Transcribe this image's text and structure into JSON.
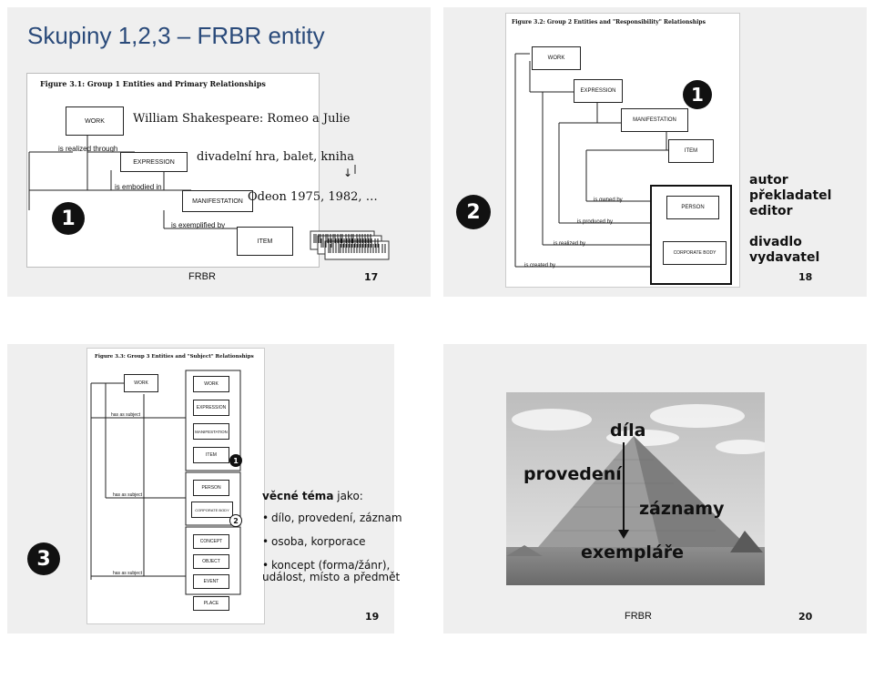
{
  "slide1": {
    "title": "Skupiny 1,2,3 – FRBR entity",
    "figure_title": "Figure 3.1:  Group 1 Entities and Primary Relationships",
    "entities": [
      "WORK",
      "EXPRESSION",
      "MANIFESTATION",
      "ITEM"
    ],
    "relations": [
      "is realized through",
      "is embodied in",
      "is exemplified by"
    ],
    "annotations": [
      "William Shakespeare: Romeo a Julie",
      "divadelní hra, balet, kniha",
      "Odeon 1975, 1982, …"
    ],
    "marker": "❶",
    "footer_left": "FRBR",
    "page_number": "17"
  },
  "slide2": {
    "figure_title": "Figure 3.2:  Group 2 Entities and \"Responsibility\" Relationships",
    "entities": [
      "WORK",
      "EXPRESSION",
      "MANIFESTATION",
      "ITEM",
      "PERSON",
      "CORPORATE BODY"
    ],
    "relations": [
      "is owned by",
      "is produced by",
      "is realized by",
      "is created by"
    ],
    "marker_large": "❶",
    "marker": "❷",
    "annotations": [
      "autor",
      "překladatel",
      "editor",
      "divadlo",
      "vydavatel"
    ],
    "page_number": "18"
  },
  "slide3": {
    "marker": "❸",
    "figure_title": "Figure 3.3:  Group 3 Entities and \"Subject\" Relationships",
    "entities": [
      "WORK",
      "WORK",
      "EXPRESSION",
      "MANIFESTATION",
      "ITEM",
      "PERSON",
      "CORPORATE BODY",
      "CONCEPT",
      "OBJECT",
      "EVENT",
      "PLACE"
    ],
    "relations": [
      "has as subject",
      "has as subject",
      "has as subject"
    ],
    "small_markers": [
      "1",
      "2"
    ],
    "heading_bold": "věcné téma",
    "heading_rest": " jako:",
    "bullets": [
      "dílo, provedení, záznam",
      "osoba, korporace",
      "koncept (forma/žánr),",
      "událost, místo a předmět"
    ],
    "page_number": "19"
  },
  "slide4": {
    "labels": [
      "díla",
      "provedení",
      "záznamy",
      "exempláře"
    ],
    "footer_left": "FRBR",
    "page_number": "20"
  }
}
